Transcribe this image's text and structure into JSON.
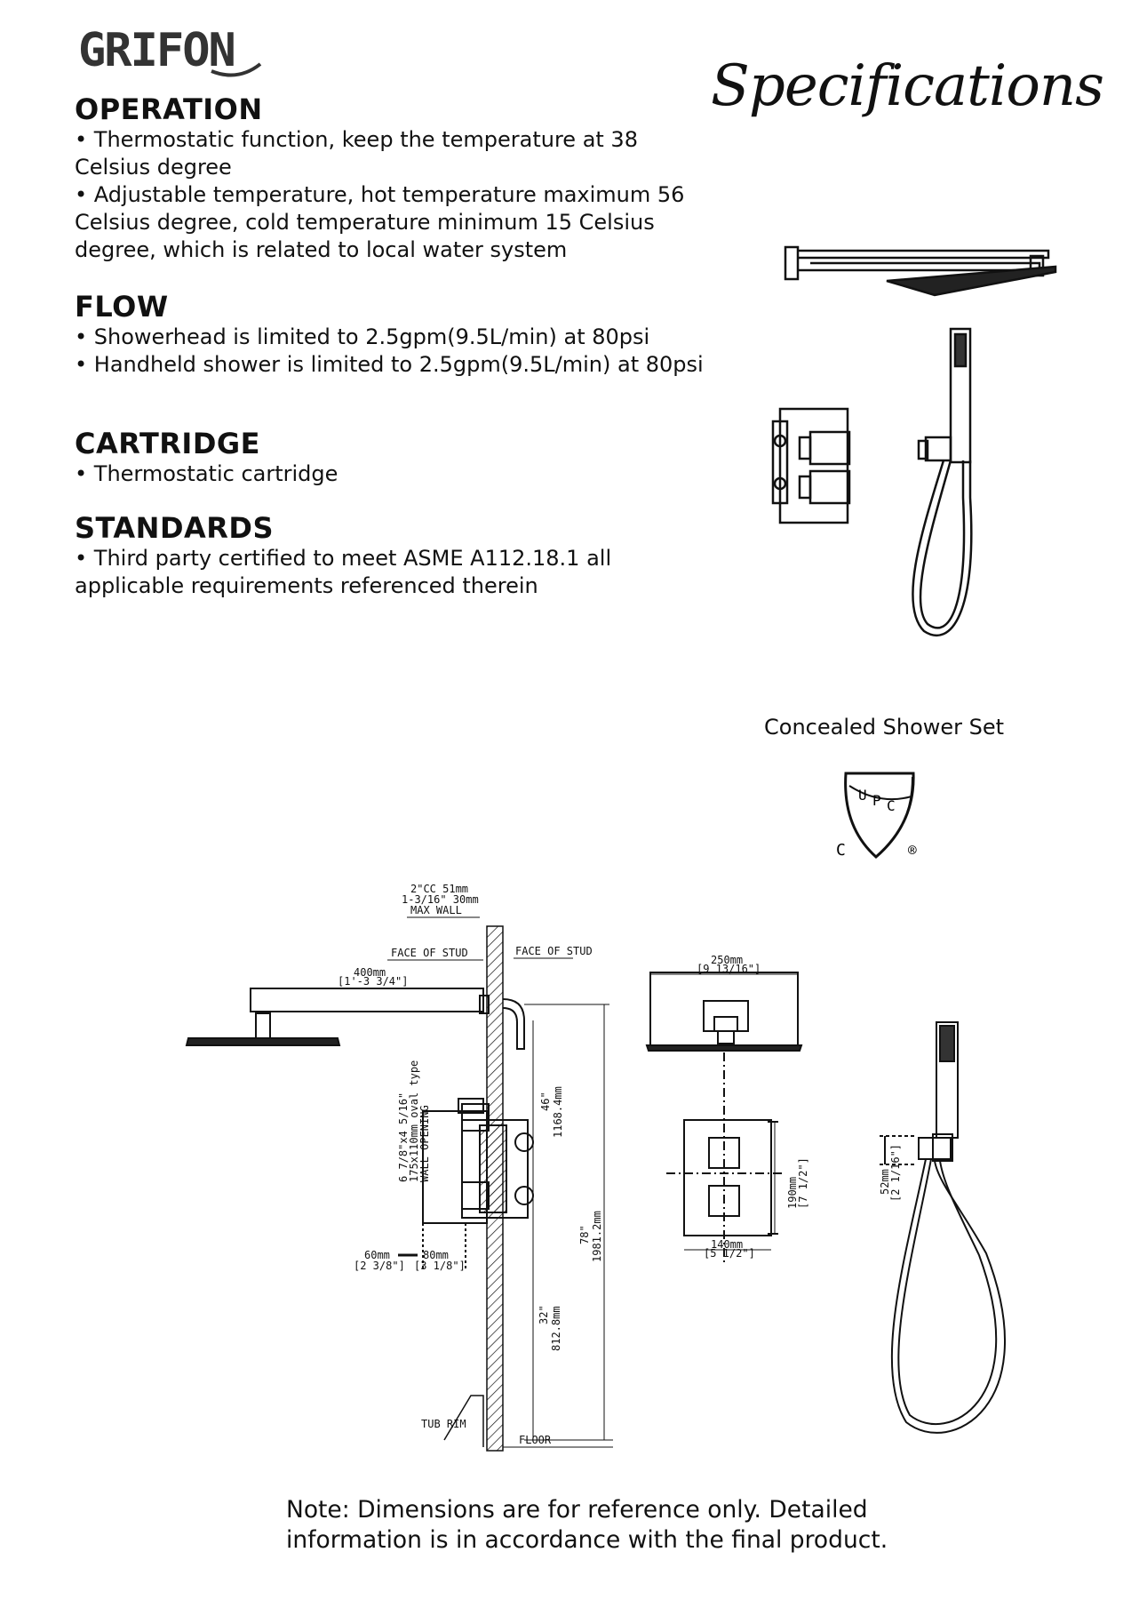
{
  "brand": {
    "logo_text": "GRIFON"
  },
  "page_title": "Specifications",
  "sections": [
    {
      "heading": "OPERATION",
      "lines": [
        "• Thermostatic function, keep the temperature at 38 Celsius degree",
        "• Adjustable temperature, hot temperature maximum 56 Celsius degree, cold temperature minimum 15 Celsius degree, which is related to local water system"
      ]
    },
    {
      "heading": "FLOW",
      "lines": [
        "• Showerhead is limited to 2.5gpm(9.5L/min) at 80psi",
        "• Handheld shower is limited to 2.5gpm(9.5L/min) at 80psi"
      ]
    },
    {
      "heading": "CARTRIDGE",
      "lines": [
        "• Thermostatic cartridge"
      ]
    },
    {
      "heading": "STANDARDS",
      "lines": [
        "• Third party certified to meet ASME A112.18.1 all applicable requirements referenced therein"
      ]
    }
  ],
  "product_caption": "Concealed Shower Set",
  "cert": {
    "u": "U",
    "p": "P",
    "c": "C",
    "c_outer": "C",
    "registered": "®"
  },
  "dims": {
    "cc": "2\"CC 51mm",
    "max_wall_a": "1-3/16\" 30mm",
    "max_wall_b": "MAX WALL",
    "face_of_stud_left": "FACE OF STUD",
    "face_of_stud_right": "FACE OF STUD",
    "arm_mm": "400mm",
    "arm_in": "[1'-3 3/4\"]",
    "wall_opening_a": "6 7/8\"x4 5/16\"",
    "wall_opening_b": "175x110mm oval type",
    "wall_opening_c": "WALL OPENING",
    "depth_min": "60mm",
    "depth_max": "80mm",
    "depth_min_in": "[2 3/8\"]",
    "depth_max_in": "[3 1/8\"]",
    "h46": "46\"",
    "h46mm": "1168.4mm",
    "h78": "78\"",
    "h78mm": "1981.2mm",
    "h32": "32\"",
    "h32mm": "812.8mm",
    "tub_rim": "TUB RIM",
    "floor": "FLOOR",
    "head_w_mm": "250mm",
    "head_w_in": "[9 13/16\"]",
    "plate_h_mm": "190mm",
    "plate_h_in": "[7 1/2\"]",
    "plate_w_mm": "140mm",
    "plate_w_in": "[5 1/2\"]",
    "holder_mm": "52mm",
    "holder_in": "[2 1/16\"]"
  },
  "note": "Note: Dimensions are for reference only. Detailed information is in accordance with the final product."
}
